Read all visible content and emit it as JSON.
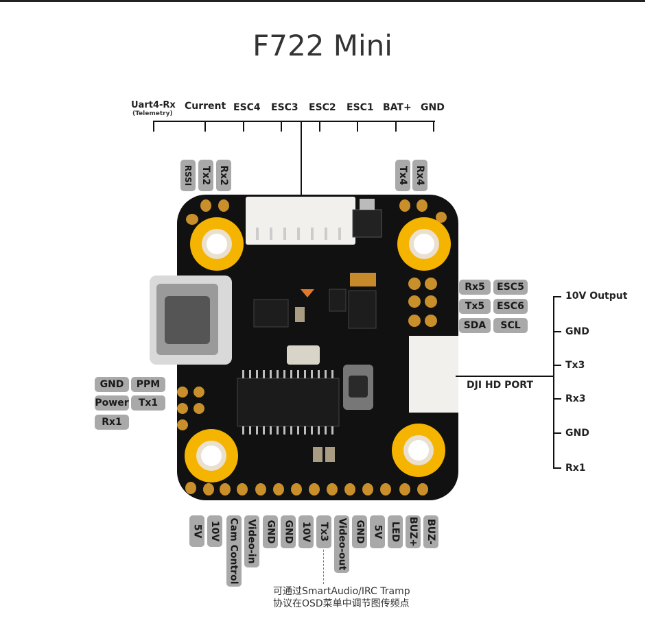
{
  "title": "F722 Mini",
  "top_labels": {
    "uart4_rx": "Uart4-Rx",
    "telemetry": "(Telemetry)",
    "current": "Current",
    "esc4": "ESC4",
    "esc3": "ESC3",
    "esc2": "ESC2",
    "esc1": "ESC1",
    "bat": "BAT+",
    "gnd": "GND"
  },
  "left_top_pills": [
    "RSSI",
    "Tx2",
    "Rx2"
  ],
  "right_top_pills": [
    "Tx4",
    "Rx4"
  ],
  "right_pills": {
    "rx5": "Rx5",
    "esc5": "ESC5",
    "tx5": "Tx5",
    "esc6": "ESC6",
    "sda": "SDA",
    "scl": "SCL"
  },
  "left_pills": {
    "gnd": "GND",
    "ppm": "PPM",
    "power": "Power",
    "tx1": "Tx1",
    "rx1": "Rx1"
  },
  "dji": {
    "port_label": "DJI HD PORT",
    "pins": [
      "10V Output",
      "GND",
      "Tx3",
      "Rx3",
      "GND",
      "Rx1"
    ]
  },
  "bottom_pills": [
    "5V",
    "10V",
    "Cam Control",
    "Video-in",
    "GND",
    "GND",
    "10V",
    "Tx3",
    "Video-out",
    "GND",
    "5V",
    "LED",
    "BUZ+",
    "BUZ-"
  ],
  "note": {
    "line1": "可通过SmartAudio/IRC Tramp",
    "line2": "协议在OSD菜单中调节图传频点"
  },
  "colors": {
    "pill": "#a9a9a9",
    "board": "#111111",
    "pad": "#f5b400",
    "copper": "#c98f2a"
  }
}
